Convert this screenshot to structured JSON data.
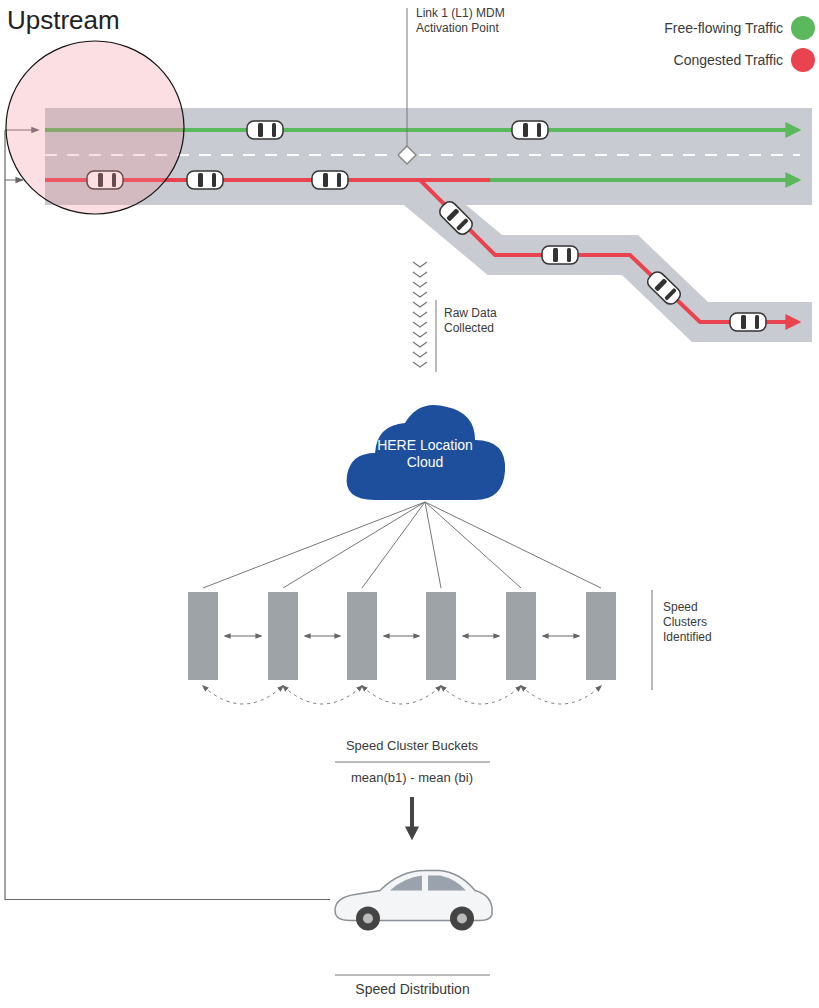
{
  "diagram": {
    "nodes": [
      {
        "text": [
          "Upstream"
        ]
      },
      {
        "text": [
          "HERE Location Cloud"
        ]
      },
      {
        "text": [
          "Speed Distribution"
        ]
      }
    ],
    "edges": [
      {
        "from": 2,
        "to": 0,
        "arrow": "to"
      }
    ],
    "labels": [
      "Link 1 (L1) MDM Activation Point",
      "Raw Data Collected",
      "Speed Clusters Identified",
      "Speed Cluster Buckets",
      "mean(b1) - mean (bi)"
    ],
    "legend": [
      {
        "text": "Free-flowing Traffic",
        "color": "#5cb85c"
      },
      {
        "text": "Congested Traffic",
        "color": "#e8434f"
      }
    ]
  }
}
